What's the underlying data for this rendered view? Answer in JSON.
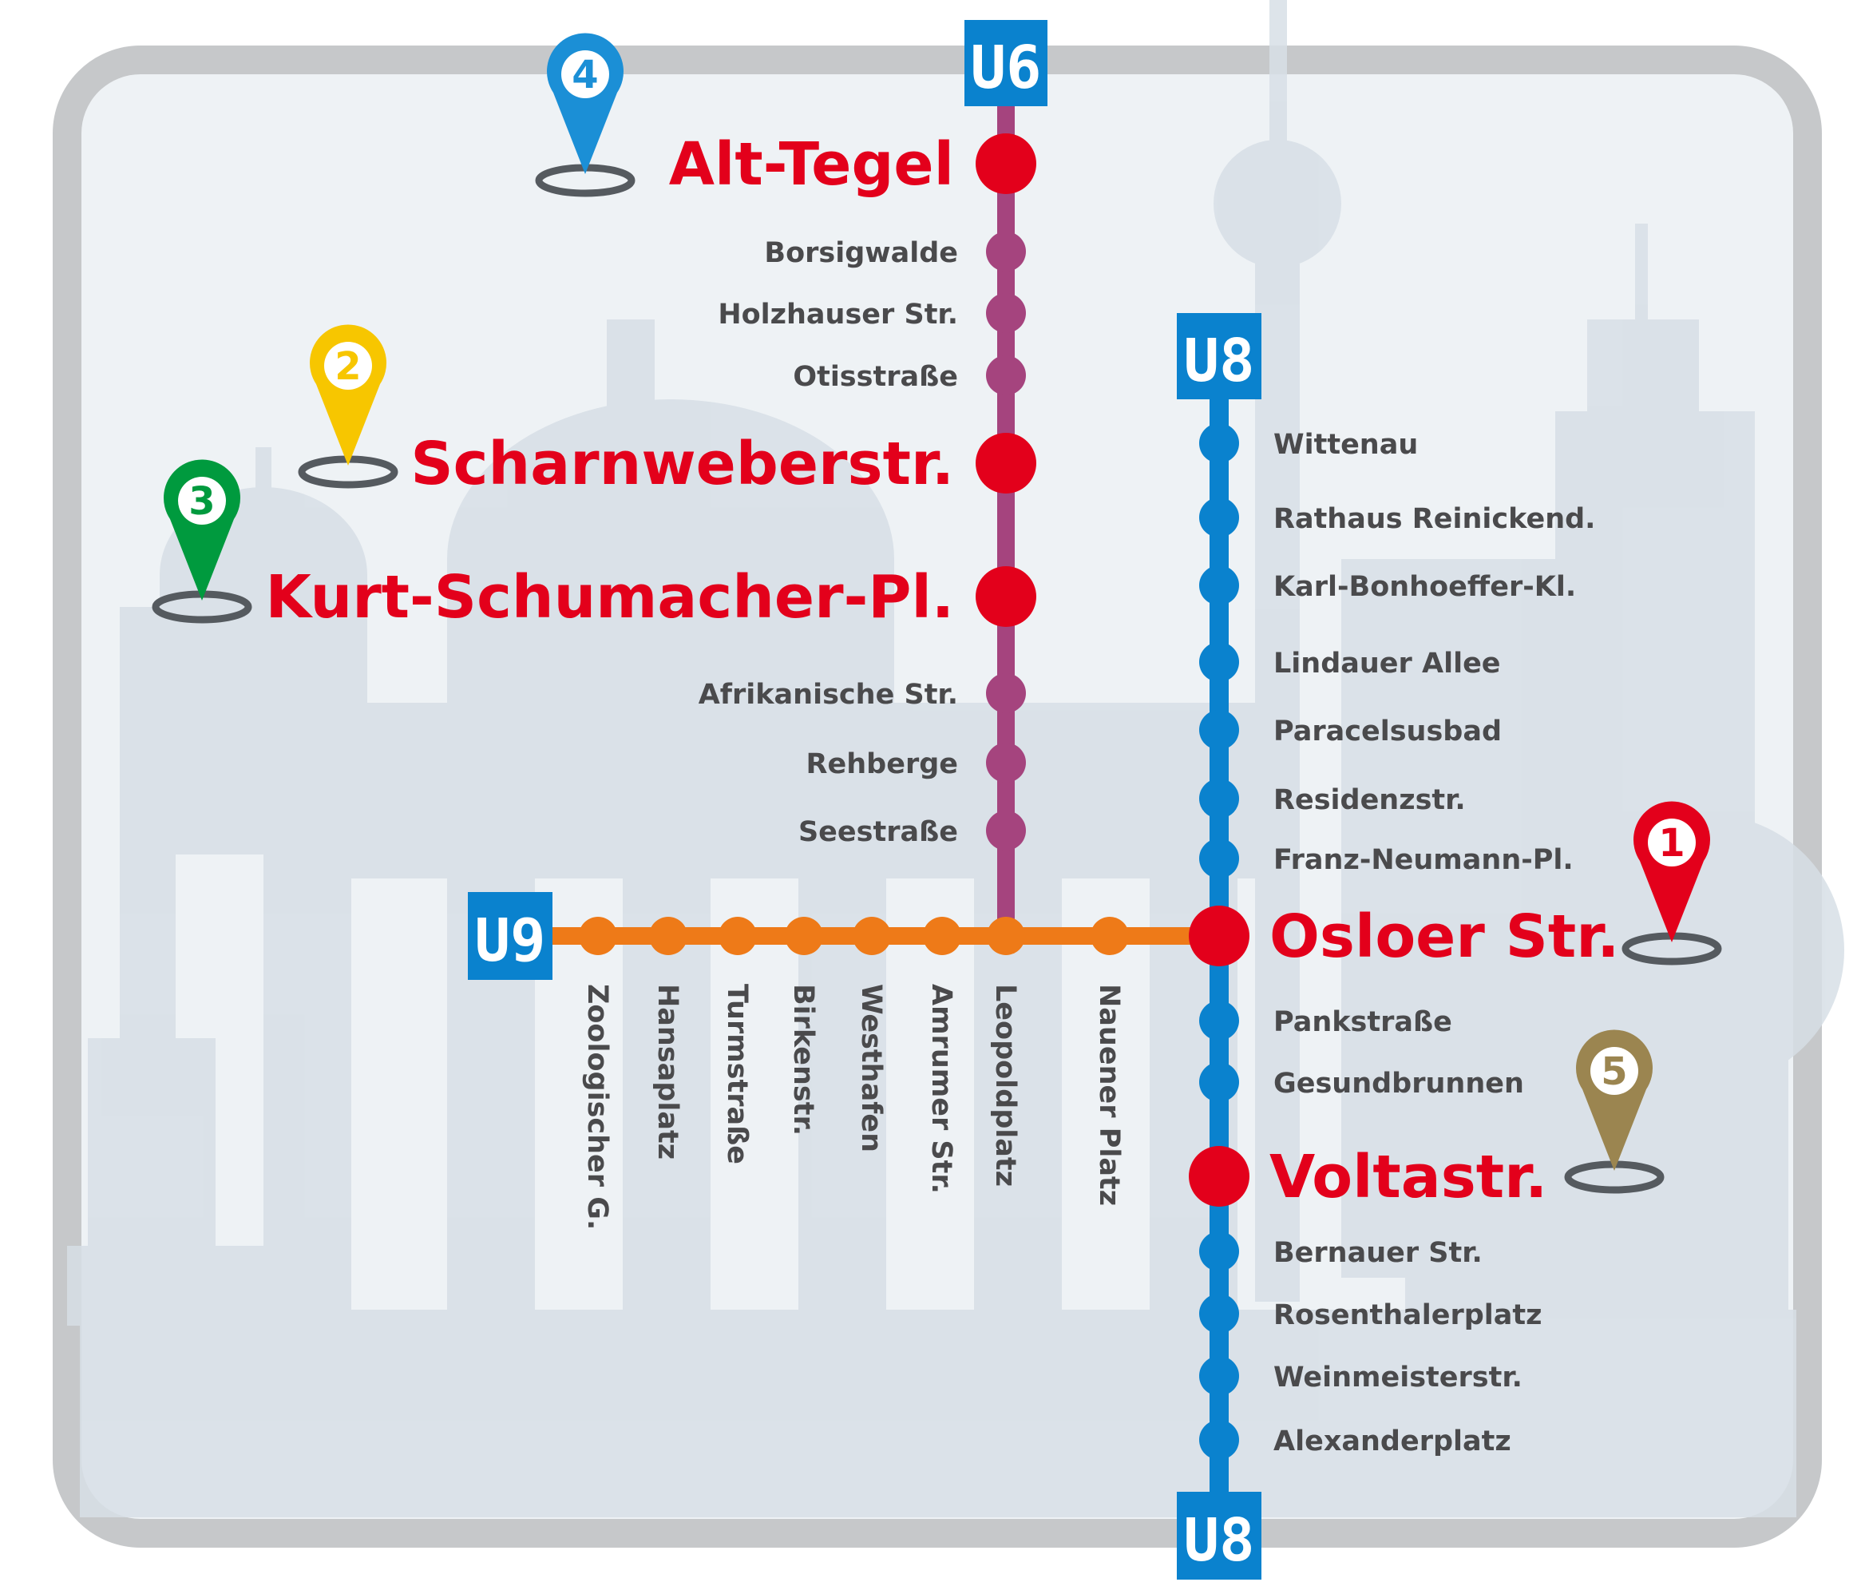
{
  "colors": {
    "frame": "#c6c8ca",
    "background": "#eef2f5",
    "skyline": "#d7dfe6",
    "u6_line": "#a5447e",
    "u8_line": "#0a82ce",
    "u9_line": "#ee7a18",
    "badge_bg": "#0a82ce",
    "major_station": "#e3001b",
    "label_grey": "#4a4a4c"
  },
  "lines": {
    "u6": {
      "badge": "U6",
      "stations": [
        {
          "name": "Alt-Tegel",
          "major": true
        },
        {
          "name": "Borsigwalde",
          "major": false
        },
        {
          "name": "Holzhauser Str.",
          "major": false
        },
        {
          "name": "Otisstraße",
          "major": false
        },
        {
          "name": "Scharnweberstr.",
          "major": true
        },
        {
          "name": "Kurt-Schumacher-Pl.",
          "major": true
        },
        {
          "name": "Afrikanische Str.",
          "major": false
        },
        {
          "name": "Rehberge",
          "major": false
        },
        {
          "name": "Seestraße",
          "major": false
        }
      ]
    },
    "u8": {
      "badge_top": "U8",
      "badge_bottom": "U8",
      "stations": [
        {
          "name": "Wittenau",
          "major": false
        },
        {
          "name": "Rathaus Reinickend.",
          "major": false
        },
        {
          "name": "Karl-Bonhoeffer-Kl.",
          "major": false
        },
        {
          "name": "Lindauer Allee",
          "major": false
        },
        {
          "name": "Paracelsusbad",
          "major": false
        },
        {
          "name": "Residenzstr.",
          "major": false
        },
        {
          "name": "Franz-Neumann-Pl.",
          "major": false
        },
        {
          "name": "Osloer Str.",
          "major": true
        },
        {
          "name": "Pankstraße",
          "major": false
        },
        {
          "name": "Gesundbrunnen",
          "major": false
        },
        {
          "name": "Voltastr.",
          "major": true
        },
        {
          "name": "Bernauer Str.",
          "major": false
        },
        {
          "name": "Rosenthalerplatz",
          "major": false
        },
        {
          "name": "Weinmeisterstr.",
          "major": false
        },
        {
          "name": "Alexanderplatz",
          "major": false
        }
      ]
    },
    "u9": {
      "badge": "U9",
      "stations": [
        {
          "name": "Zoologischer G.",
          "major": false
        },
        {
          "name": "Hansaplatz",
          "major": false
        },
        {
          "name": "Turmstraße",
          "major": false
        },
        {
          "name": "Birkenstr.",
          "major": false
        },
        {
          "name": "Westhafen",
          "major": false
        },
        {
          "name": "Amrumer Str.",
          "major": false
        },
        {
          "name": "Leopoldplatz",
          "major": false
        },
        {
          "name": "Nauener Platz",
          "major": false
        }
      ]
    }
  },
  "pins": [
    {
      "number": "1",
      "station": "Osloer Str.",
      "color": "#e3001b"
    },
    {
      "number": "2",
      "station": "Scharnweberstr.",
      "color": "#f7c600"
    },
    {
      "number": "3",
      "station": "Kurt-Schumacher-Pl.",
      "color": "#009a3e"
    },
    {
      "number": "4",
      "station": "Alt-Tegel",
      "color": "#1b8fd6"
    },
    {
      "number": "5",
      "station": "Voltastr.",
      "color": "#9b8550"
    }
  ]
}
